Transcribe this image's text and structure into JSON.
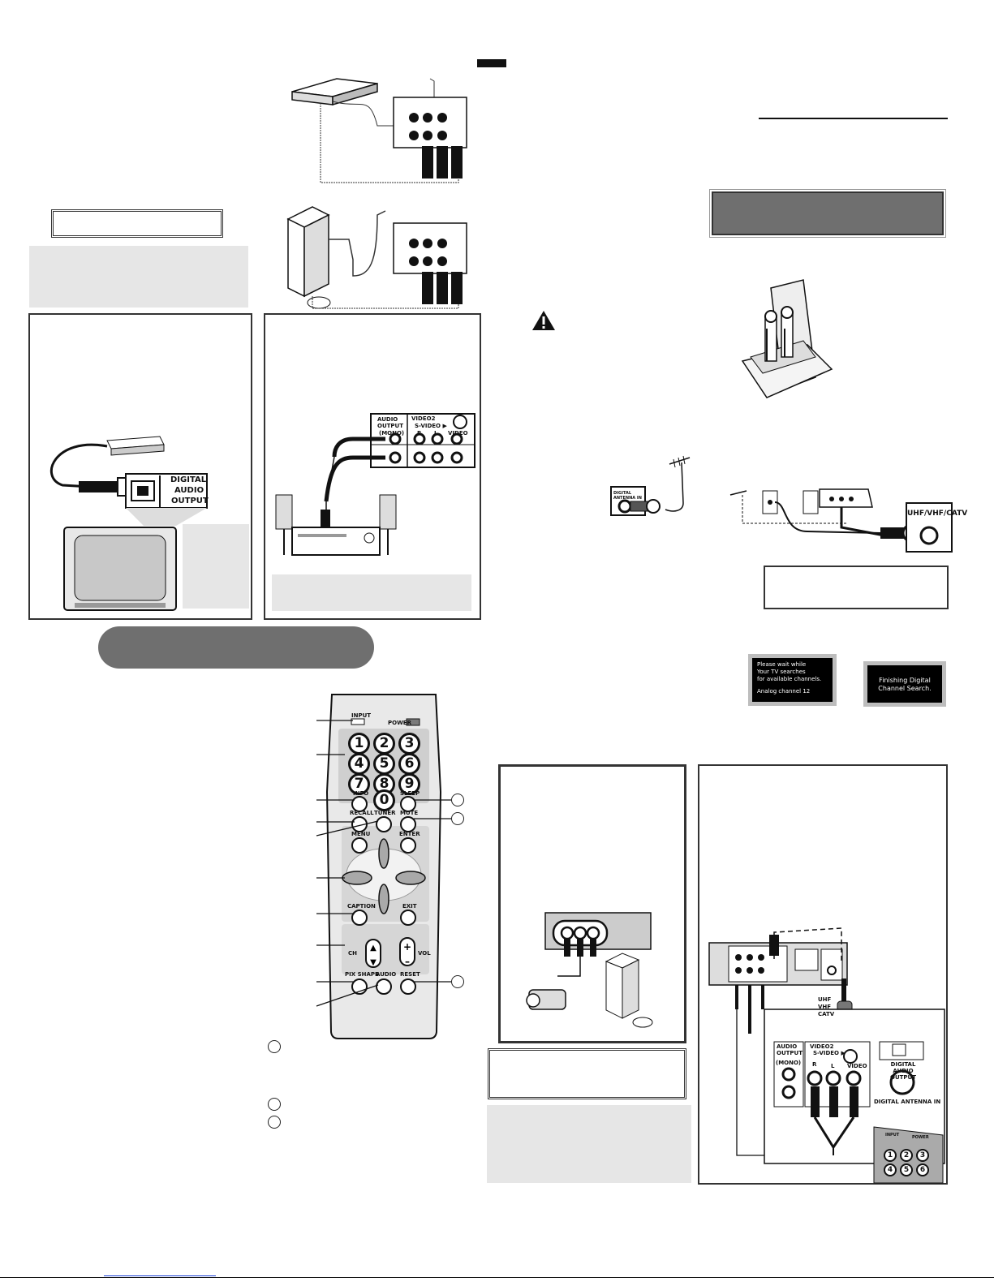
{
  "remote": {
    "input": "INPUT",
    "power": "POWER",
    "digits": [
      "1",
      "2",
      "3",
      "4",
      "5",
      "6",
      "7",
      "8",
      "9",
      "0"
    ],
    "info": "INFO",
    "sleep": "SLEEP",
    "recall": "RECALL",
    "tuner": "TUNER",
    "mute": "MUTE",
    "menu": "MENU",
    "enter": "ENTER",
    "caption": "CAPTION",
    "exit": "EXIT",
    "ch": "CH",
    "vol": "VOL",
    "pix_shape": "PIX SHAPE",
    "audio": "AUDIO",
    "reset": "RESET"
  },
  "panels": {
    "digital_audio_output": [
      "DIGITAL",
      "AUDIO",
      "OUTPUT"
    ],
    "audio_output": "AUDIO OUTPUT",
    "video2": "VIDEO2",
    "s_video": "S-VIDEO ▶",
    "mono": "(MONO)",
    "r": "R",
    "l": "L",
    "video": "VIDEO",
    "digital_antenna_in_small": "DIGITAL ANTENNA IN",
    "uhf_vhf_catv": "UHF/VHF/CATV",
    "uhf": "UHF",
    "vhf": "VHF",
    "catv": "CATV",
    "digital_audio_output_small": "DIGITAL AUDIO OUTPUT",
    "digital_antenna_in": "DIGITAL ANTENNA IN"
  },
  "screens": {
    "search": [
      "Please wait while",
      "Your TV searches",
      "for available channels.",
      "",
      "Analog channel 12"
    ],
    "finish": [
      "Finishing Digital",
      "Channel Search."
    ]
  },
  "inset_remote": {
    "input": "INPUT",
    "power": "POWER",
    "digits": [
      "1",
      "2",
      "3",
      "4",
      "5",
      "6"
    ]
  },
  "colors": {
    "dark_gray": "#6f6f6f",
    "light_gray": "#e6e6e6",
    "remote_body": "#cfcfcf",
    "remote_shade": "#a9a9a9",
    "power_button": "#7a7a7a"
  }
}
